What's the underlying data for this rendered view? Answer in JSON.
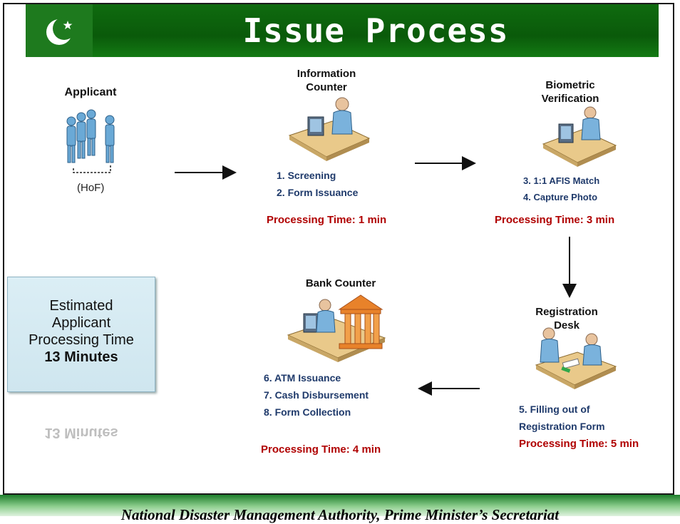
{
  "header": {
    "title": "Issue Process"
  },
  "icons": {
    "flag": "crescent-star-icon"
  },
  "applicant": {
    "label": "Applicant",
    "hof": "(HoF)"
  },
  "info_counter": {
    "label_line1": "Information",
    "label_line2": "Counter",
    "step1": "1. Screening",
    "step2": "2. Form Issuance",
    "time": "Processing Time: 1 min"
  },
  "biometric": {
    "label_line1": "Biometric",
    "label_line2": "Verification",
    "step1": "3. 1:1 AFIS Match",
    "step2": "4. Capture Photo",
    "time": "Processing Time: 3 min"
  },
  "registration": {
    "label_line1": "Registration",
    "label_line2": "Desk",
    "step1": "5. Filling out of",
    "step2": "Registration Form",
    "time": "Processing Time: 5 min"
  },
  "bank": {
    "label": "Bank Counter",
    "step1": "6. ATM Issuance",
    "step2": "7. Cash Disbursement",
    "step3": "8. Form Collection",
    "time": "Processing Time: 4 min"
  },
  "estimate": {
    "line1": "Estimated",
    "line2": "Applicant",
    "line3": "Processing Time",
    "total": "13 Minutes"
  },
  "footer": {
    "text": "National Disaster Management Authority, Prime Minister’s Secretariat"
  },
  "colors": {
    "header_green": "#0f6b0f",
    "time_red": "#b00000",
    "step_blue": "#1f3a6b"
  }
}
